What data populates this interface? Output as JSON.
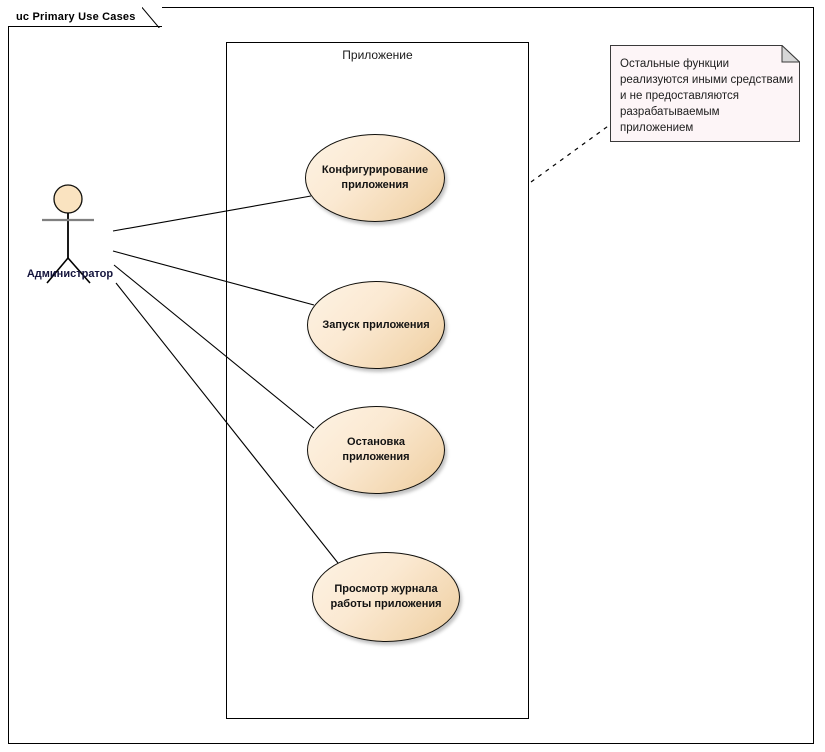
{
  "diagram": {
    "frame_label": "uc Primary Use Cases",
    "system_boundary_label": "Приложение",
    "actor": {
      "name": "Администратор"
    },
    "use_cases": [
      {
        "id": "uc-configure",
        "label": "Конфигурирование\nприложения"
      },
      {
        "id": "uc-start",
        "label": "Запуск приложения"
      },
      {
        "id": "uc-stop",
        "label": "Остановка\nприложения"
      },
      {
        "id": "uc-viewlog",
        "label": "Просмотр журнала\nработы приложения"
      }
    ],
    "note": {
      "text": "Остальные функции реализуются иными средствами и не предоставляются разрабатываемым приложением"
    },
    "colors": {
      "usecase_fill_light": "#fdf3e4",
      "usecase_fill_dark": "#ecc999",
      "stroke": "#11100c",
      "note_fill": "#fdf5f7",
      "actor_head_fill": "#fae3c0",
      "actor_label_color": "#14143c"
    }
  }
}
